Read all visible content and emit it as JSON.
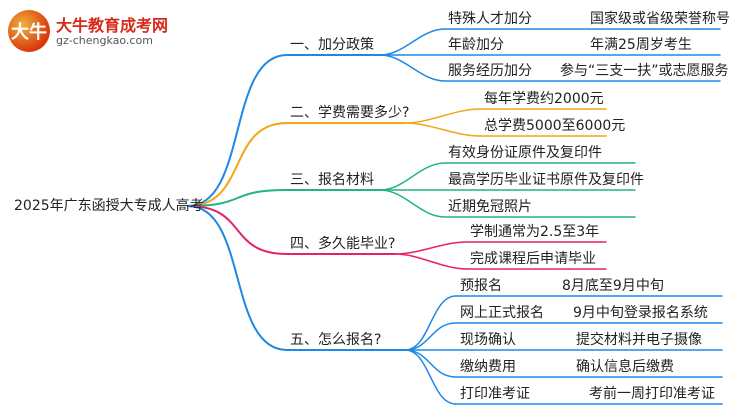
{
  "logo": {
    "title": "大牛教育成考网",
    "url": "gz-chengkao.com",
    "mark": "大牛"
  },
  "root": "2025年广东函授大专成人高考",
  "branches": [
    {
      "label": "一、加分政策",
      "color": "#1e88e5",
      "children": [
        {
          "label": "特殊人才加分",
          "detail": "国家级或省级荣誉称号"
        },
        {
          "label": "年龄加分",
          "detail": "年满25周岁考生"
        },
        {
          "label": "服务经历加分",
          "detail": "参与“三支一扶”或志愿服务"
        }
      ]
    },
    {
      "label": "二、学费需要多少?",
      "color": "#f2a516",
      "children": [
        {
          "label": "每年学费约2000元"
        },
        {
          "label": "总学费5000至6000元"
        }
      ]
    },
    {
      "label": "三、报名材料",
      "color": "#25b47f",
      "children": [
        {
          "label": "有效身份证原件及复印件"
        },
        {
          "label": "最高学历毕业证书原件及复印件"
        },
        {
          "label": "近期免冠照片"
        }
      ]
    },
    {
      "label": "四、多久能毕业?",
      "color": "#e8206a",
      "children": [
        {
          "label": "学制通常为2.5至3年"
        },
        {
          "label": "完成课程后申请毕业"
        }
      ]
    },
    {
      "label": "五、怎么报名?",
      "color": "#1e88e5",
      "children": [
        {
          "label": "预报名",
          "detail": "8月底至9月中旬"
        },
        {
          "label": "网上正式报名",
          "detail": "9月中旬登录报名系统"
        },
        {
          "label": "现场确认",
          "detail": "提交材料并电子摄像"
        },
        {
          "label": "缴纳费用",
          "detail": "确认信息后缴费"
        },
        {
          "label": "打印准考证",
          "detail": "考前一周打印准考证"
        }
      ]
    }
  ]
}
